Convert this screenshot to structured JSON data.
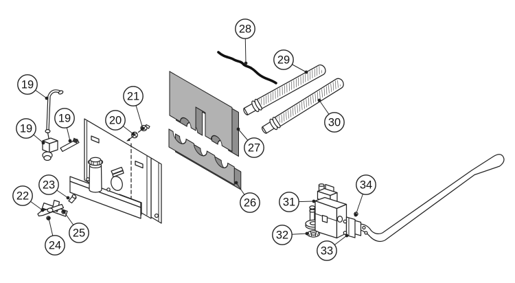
{
  "figure": {
    "type": "exploded-parts-diagram",
    "background": "#ffffff"
  },
  "colors": {
    "line": "#222222",
    "cable": "#111111",
    "ins_front": "#b2b2b2",
    "ins_side": "#8f8f8f",
    "callout_text": "#111111"
  },
  "callouts": [
    {
      "label": "19"
    },
    {
      "label": "19"
    },
    {
      "label": "19"
    },
    {
      "label": "20"
    },
    {
      "label": "21"
    },
    {
      "label": "22"
    },
    {
      "label": "23"
    },
    {
      "label": "24"
    },
    {
      "label": "25"
    },
    {
      "label": "26"
    },
    {
      "label": "27"
    },
    {
      "label": "28"
    },
    {
      "label": "29"
    },
    {
      "label": "30"
    },
    {
      "label": "31"
    },
    {
      "label": "32"
    },
    {
      "label": "33"
    },
    {
      "label": "34"
    }
  ]
}
